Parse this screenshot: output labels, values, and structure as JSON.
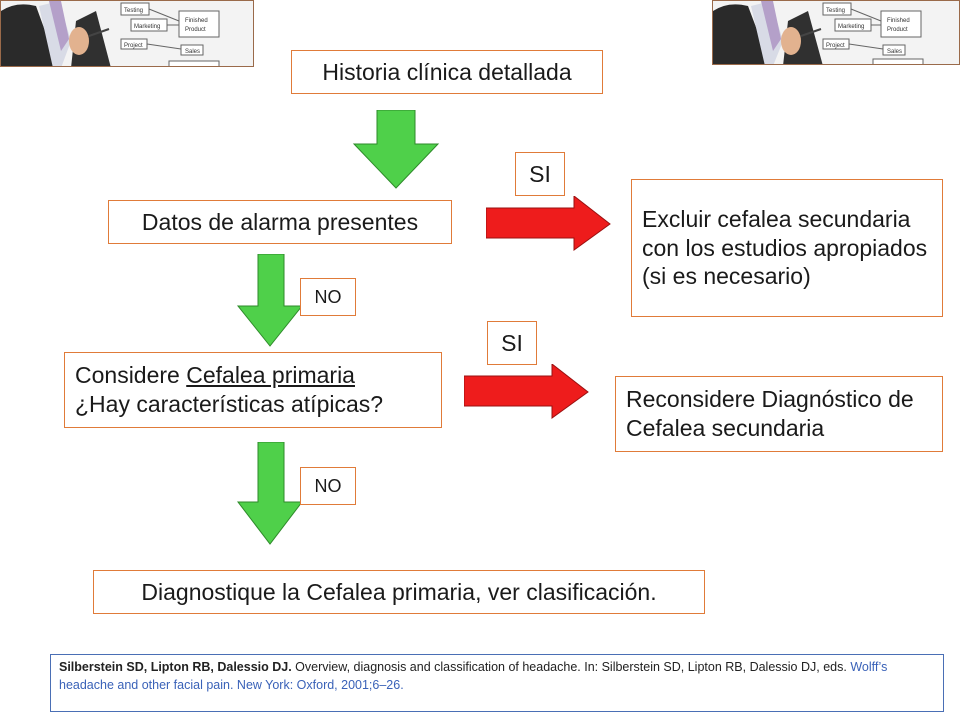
{
  "nodes": {
    "historia": "Historia clínica detallada",
    "alarma": "Datos de alarma presentes",
    "excluir": "Excluir cefalea secundaria con los estudios apropiados (si es necesario)",
    "considere_prefix": "Considere ",
    "considere_link": "Cefalea primaria",
    "atipicas": "¿Hay características atípicas?",
    "reconsidere": "Reconsidere Diagnóstico de Cefalea secundaria",
    "diagnostique": "Diagnostique la Cefalea primaria, ver clasificación."
  },
  "labels": {
    "si_1": "SI",
    "no_1": "NO",
    "si_2": "SI",
    "no_2": "NO"
  },
  "reference": {
    "authors": "Silberstein SD, Lipton RB, Dalessio DJ.",
    "text": " Overview, diagnosis and classification of headache. In: Silberstein SD, Lipton RB, Dalessio DJ, eds. ",
    "book": "Wolff’s headache and other facial pain. New York: Oxford, 2001;6–26."
  },
  "photo_text": {
    "testing": "Testing",
    "marketing": "Marketing",
    "finished": "Finished",
    "product": "Product",
    "project": "Project",
    "sales": "Sales"
  },
  "colors": {
    "box_border": "#e07b39",
    "arrow_green": "#4fd04a",
    "arrow_red": "#ee1c1c",
    "ref_border": "#4a6fb5"
  }
}
